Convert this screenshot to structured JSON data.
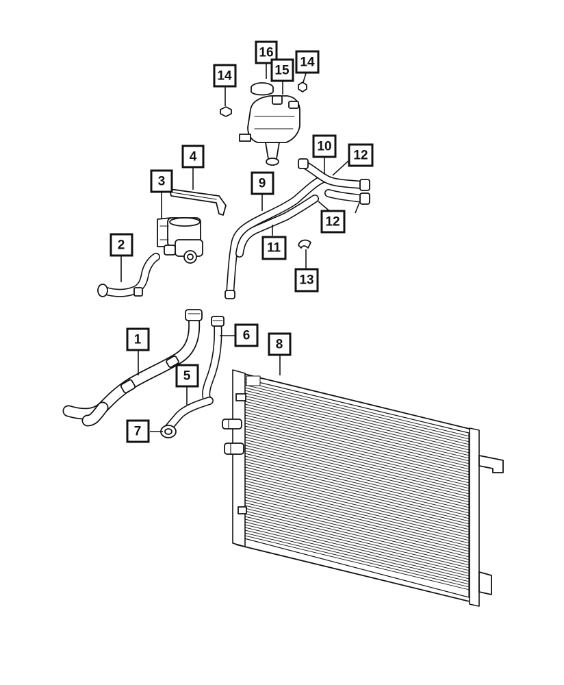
{
  "diagram": {
    "callouts": [
      {
        "id": "16",
        "label": "16"
      },
      {
        "id": "15",
        "label": "15"
      },
      {
        "id": "14a",
        "label": "14"
      },
      {
        "id": "14b",
        "label": "14"
      },
      {
        "id": "4",
        "label": "4"
      },
      {
        "id": "3",
        "label": "3"
      },
      {
        "id": "2",
        "label": "2"
      },
      {
        "id": "10",
        "label": "10"
      },
      {
        "id": "12a",
        "label": "12"
      },
      {
        "id": "9",
        "label": "9"
      },
      {
        "id": "12b",
        "label": "12"
      },
      {
        "id": "11",
        "label": "11"
      },
      {
        "id": "13",
        "label": "13"
      },
      {
        "id": "1",
        "label": "1"
      },
      {
        "id": "6",
        "label": "6"
      },
      {
        "id": "8",
        "label": "8"
      },
      {
        "id": "5",
        "label": "5"
      },
      {
        "id": "7",
        "label": "7"
      }
    ]
  }
}
